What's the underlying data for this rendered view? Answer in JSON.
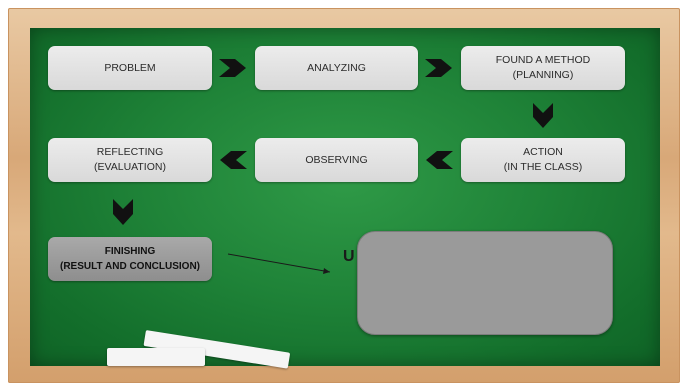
{
  "diagram": {
    "steps": {
      "problem": "PROBLEM",
      "analyzing": "ANALYZING",
      "found_method": "FOUND A METHOD\n(PLANNING)",
      "action": "ACTION\n(IN THE CLASS)",
      "observing": "OBSERVING",
      "reflecting": "REFLECTING\n(EVALUATION)",
      "finishing": "FINISHING\n(RESULT AND CONCLUSION)"
    },
    "partial_label": "U"
  },
  "colors": {
    "board_green": "#1f8338",
    "frame_wood": "#d8a878",
    "box_light": "#e0e0e0",
    "box_dark": "#9a9a9a",
    "arrow": "#111111"
  }
}
